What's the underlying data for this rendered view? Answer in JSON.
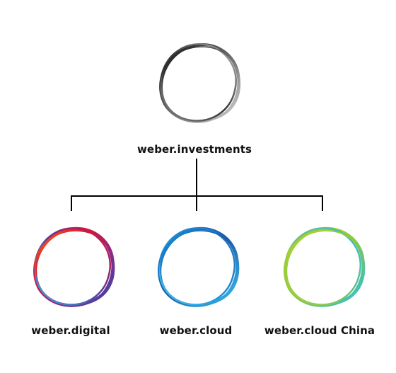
{
  "parent": {
    "name": "weber.investments",
    "logo_icon": "wavy-ring-logo-grayscale",
    "colors": [
      "#111111",
      "#777777",
      "#d0d0d0"
    ]
  },
  "children": [
    {
      "name": "weber.digital",
      "logo_icon": "wavy-ring-logo-red-purple",
      "colors": [
        "#f07a22",
        "#e5102c",
        "#8a2a8e",
        "#2b4aa8",
        "#35b6e6"
      ]
    },
    {
      "name": "weber.cloud",
      "logo_icon": "wavy-ring-logo-blue",
      "colors": [
        "#1d5aa8",
        "#1a8fd6",
        "#38c2ee"
      ]
    },
    {
      "name": "weber.cloud China",
      "logo_icon": "wavy-ring-logo-green-cyan",
      "colors": [
        "#b4d22a",
        "#6cc17a",
        "#2bbde0"
      ]
    }
  ],
  "connector_color": "#000000"
}
